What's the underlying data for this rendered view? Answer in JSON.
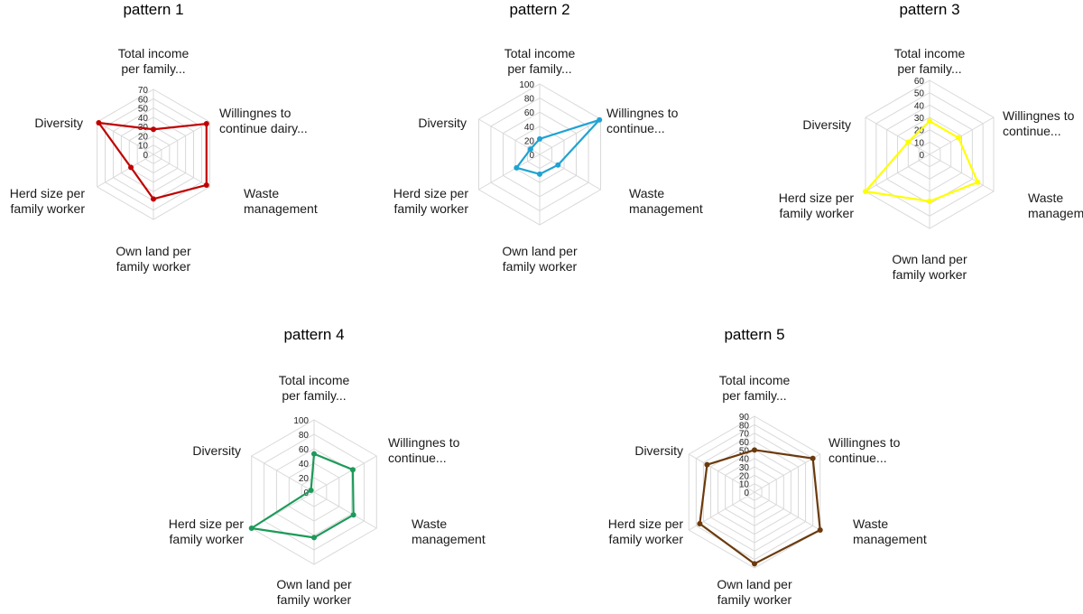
{
  "chart_data": [
    {
      "type": "radar",
      "title": "pattern 1",
      "axes": [
        [
          "Total income",
          "per family..."
        ],
        [
          "Willingnes to",
          "continue dairy..."
        ],
        [
          "Waste",
          "management"
        ],
        [
          "Own land per",
          "family worker"
        ],
        [
          "Herd size per",
          "family worker"
        ],
        [
          "Diversity"
        ]
      ],
      "ticks": [
        0,
        10,
        20,
        30,
        40,
        50,
        60,
        70
      ],
      "rmax": 70,
      "grid": true,
      "series": [
        {
          "color": "#c00000",
          "values": [
            27,
            66,
            66,
            48,
            28,
            68
          ]
        }
      ]
    },
    {
      "type": "radar",
      "title": "pattern 2",
      "axes": [
        [
          "Total income",
          "per family..."
        ],
        [
          "Willingnes to",
          "continue..."
        ],
        [
          "Waste",
          "management"
        ],
        [
          "Own land per",
          "family worker"
        ],
        [
          "Herd size per",
          "family worker"
        ],
        [
          "Diversity"
        ]
      ],
      "ticks": [
        0,
        20,
        40,
        60,
        80,
        100
      ],
      "rmax": 100,
      "grid": true,
      "series": [
        {
          "color": "#1fa3d3",
          "values": [
            22,
            98,
            30,
            28,
            38,
            15
          ]
        }
      ]
    },
    {
      "type": "radar",
      "title": "pattern 3",
      "axes": [
        [
          "Total income",
          "per family..."
        ],
        [
          "Willingnes to",
          "continue..."
        ],
        [
          "Waste",
          "management"
        ],
        [
          "Own land per",
          "family worker"
        ],
        [
          "Herd size per",
          "family worker"
        ],
        [
          "Diversity"
        ]
      ],
      "ticks": [
        0,
        10,
        20,
        30,
        40,
        50,
        60
      ],
      "rmax": 60,
      "grid": true,
      "series": [
        {
          "color": "#ffff00",
          "values": [
            27,
            27,
            45,
            38,
            60,
            20
          ]
        }
      ]
    },
    {
      "type": "radar",
      "title": "pattern 4",
      "axes": [
        [
          "Total income",
          "per family..."
        ],
        [
          "Willingnes to",
          "continue..."
        ],
        [
          "Waste",
          "management"
        ],
        [
          "Own land per",
          "family worker"
        ],
        [
          "Herd size per",
          "family worker"
        ],
        [
          "Diversity"
        ]
      ],
      "ticks": [
        0,
        20,
        40,
        60,
        80,
        100
      ],
      "rmax": 100,
      "grid": true,
      "series": [
        {
          "color": "#1d9a5a",
          "values": [
            53,
            62,
            63,
            63,
            100,
            5
          ]
        }
      ]
    },
    {
      "type": "radar",
      "title": "pattern 5",
      "axes": [
        [
          "Total income",
          "per family..."
        ],
        [
          "Willingnes to",
          "continue..."
        ],
        [
          "Waste",
          "management"
        ],
        [
          "Own land per",
          "family worker"
        ],
        [
          "Herd size per",
          "family worker"
        ],
        [
          "Diversity"
        ]
      ],
      "ticks": [
        0,
        10,
        20,
        30,
        40,
        50,
        60,
        70,
        80,
        90
      ],
      "rmax": 90,
      "grid": true,
      "series": [
        {
          "color": "#6b3a0c",
          "values": [
            50,
            80,
            90,
            85,
            75,
            65
          ]
        }
      ]
    }
  ]
}
